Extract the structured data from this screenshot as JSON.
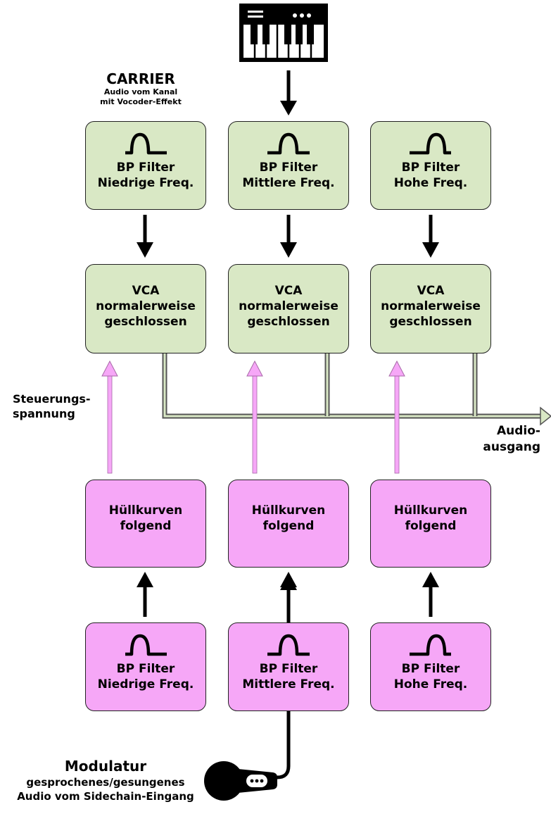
{
  "carrier": {
    "title": "CARRIER",
    "line1": "Audio vom Kanal",
    "line2": "mit Vocoder-Effekt"
  },
  "modulator": {
    "title": "Modulatur",
    "line1": "gesprochenes/gesungenes",
    "line2": "Audio vom Sidechain-Eingang"
  },
  "control_voltage": {
    "line1": "Steuerungs-",
    "line2": "spannung"
  },
  "audio_out": {
    "line1": "Audio-",
    "line2": "ausgang"
  },
  "carrier_filters": [
    {
      "title": "BP Filter",
      "sub": "Niedrige Freq.",
      "band": "low"
    },
    {
      "title": "BP Filter",
      "sub": "Mittlere Freq.",
      "band": "mid"
    },
    {
      "title": "BP Filter",
      "sub": "Hohe Freq.",
      "band": "high"
    }
  ],
  "vcas": [
    {
      "title": "VCA",
      "line1": "normalerweise",
      "line2": "geschlossen"
    },
    {
      "title": "VCA",
      "line1": "normalerweise",
      "line2": "geschlossen"
    },
    {
      "title": "VCA",
      "line1": "normalerweise",
      "line2": "geschlossen"
    }
  ],
  "envelopes": [
    {
      "line1": "Hüllkurven",
      "line2": "folgend"
    },
    {
      "line1": "Hüllkurven",
      "line2": "folgend"
    },
    {
      "line1": "Hüllkurven",
      "line2": "folgend"
    }
  ],
  "modulator_filters": [
    {
      "title": "BP Filter",
      "sub": "Niedrige Freq.",
      "band": "low"
    },
    {
      "title": "BP Filter",
      "sub": "Mittlere Freq.",
      "band": "mid"
    },
    {
      "title": "BP Filter",
      "sub": "Hohe Freq.",
      "band": "high"
    }
  ],
  "icons": {
    "keyboard": "keyboard-icon",
    "microphone": "microphone-icon",
    "filter_curve": "bandpass-curve-icon"
  },
  "colors": {
    "carrier_green": "#d9e8c5",
    "modulator_pink": "#f6a7f7",
    "control_line": "#f6a7f7",
    "audio_line": "#d9e8c5",
    "arrow": "#000000"
  }
}
